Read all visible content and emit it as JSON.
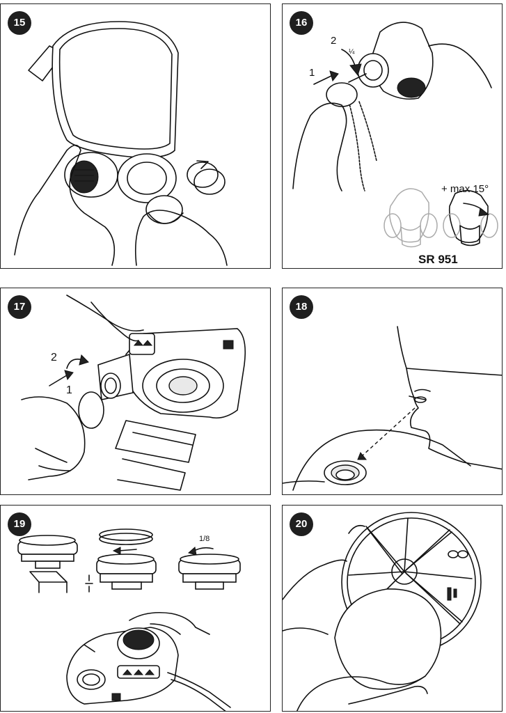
{
  "panels": [
    {
      "number": "15",
      "labels": {}
    },
    {
      "number": "16",
      "labels": {
        "step1": "1",
        "step2": "2",
        "quarter": "¼",
        "rotation": "+ max 15°",
        "model": "SR 951"
      }
    },
    {
      "number": "17",
      "labels": {
        "step1": "1",
        "step2": "2"
      }
    },
    {
      "number": "18",
      "labels": {}
    },
    {
      "number": "19",
      "labels": {
        "turn": "1/8"
      }
    },
    {
      "number": "20",
      "labels": {}
    }
  ],
  "icons": {
    "rotate": "rotate-arrow-icon",
    "arrow": "arrow-icon",
    "infinity": "infinity-symbol"
  },
  "colors": {
    "line": "#111111",
    "badge": "#1f1f1f",
    "background": "#ffffff"
  }
}
